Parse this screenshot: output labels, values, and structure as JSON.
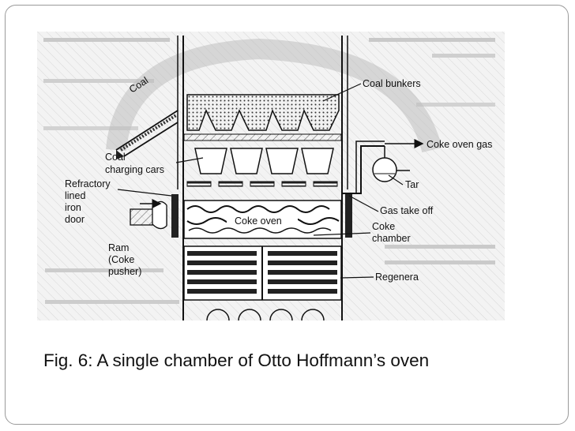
{
  "caption": "Fig. 6: A single chamber of Otto Hoffmann’s oven",
  "labels": {
    "coal": "Coal",
    "coal_bunkers": "Coal bunkers",
    "coke_oven_gas": "Coke oven gas",
    "coal_charging_cars_1": "Coal",
    "coal_charging_cars_2": "charging cars",
    "tar": "Tar",
    "refractory_1": "Refractory",
    "refractory_2": "lined",
    "refractory_3": "iron",
    "refractory_4": "door",
    "gas_take_off": "Gas take off",
    "coke_oven": "Coke oven",
    "coke_chamber_1": "Coke",
    "coke_chamber_2": "chamber",
    "ram_1": "Ram",
    "ram_2": "(Coke",
    "ram_3": "pusher)",
    "regenera": "Regenera"
  }
}
